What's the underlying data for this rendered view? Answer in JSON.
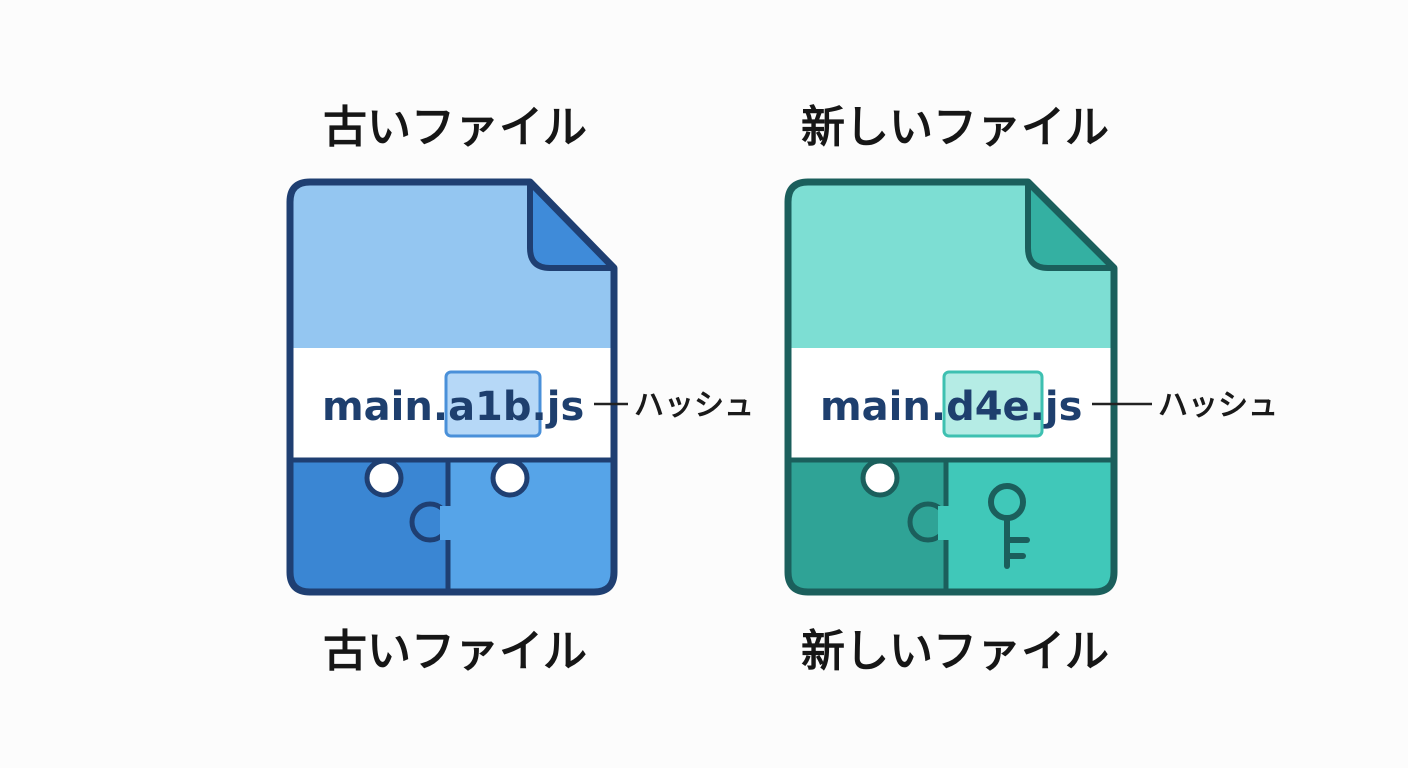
{
  "old": {
    "title_top": "古いファイル",
    "title_bottom": "古いファイル",
    "filename_prefix": "main.",
    "filename_hash": "a1b",
    "filename_suffix": ".js",
    "hash_label": "ハッシュ",
    "colors": {
      "outline": "#1f3f72",
      "light": "#94c6f1",
      "fold": "#3f8bd9",
      "puzzle_left": "#3a86d3",
      "puzzle_right": "#56a4e8",
      "hash_fill": "#b6d8f7",
      "hash_border": "#4a90d9"
    }
  },
  "new": {
    "title_top": "新しいファイル",
    "title_bottom": "新しいファイル",
    "filename_prefix": "main.",
    "filename_hash": "d4e",
    "filename_suffix": ".js",
    "hash_label": "ハッシュ",
    "colors": {
      "outline": "#1b5f5c",
      "light": "#7dded3",
      "fold": "#34b0a2",
      "puzzle_left": "#2fa396",
      "puzzle_right": "#40c8b9",
      "hash_fill": "#b5ece5",
      "hash_border": "#3ec0b1"
    },
    "icon": "key-icon"
  }
}
